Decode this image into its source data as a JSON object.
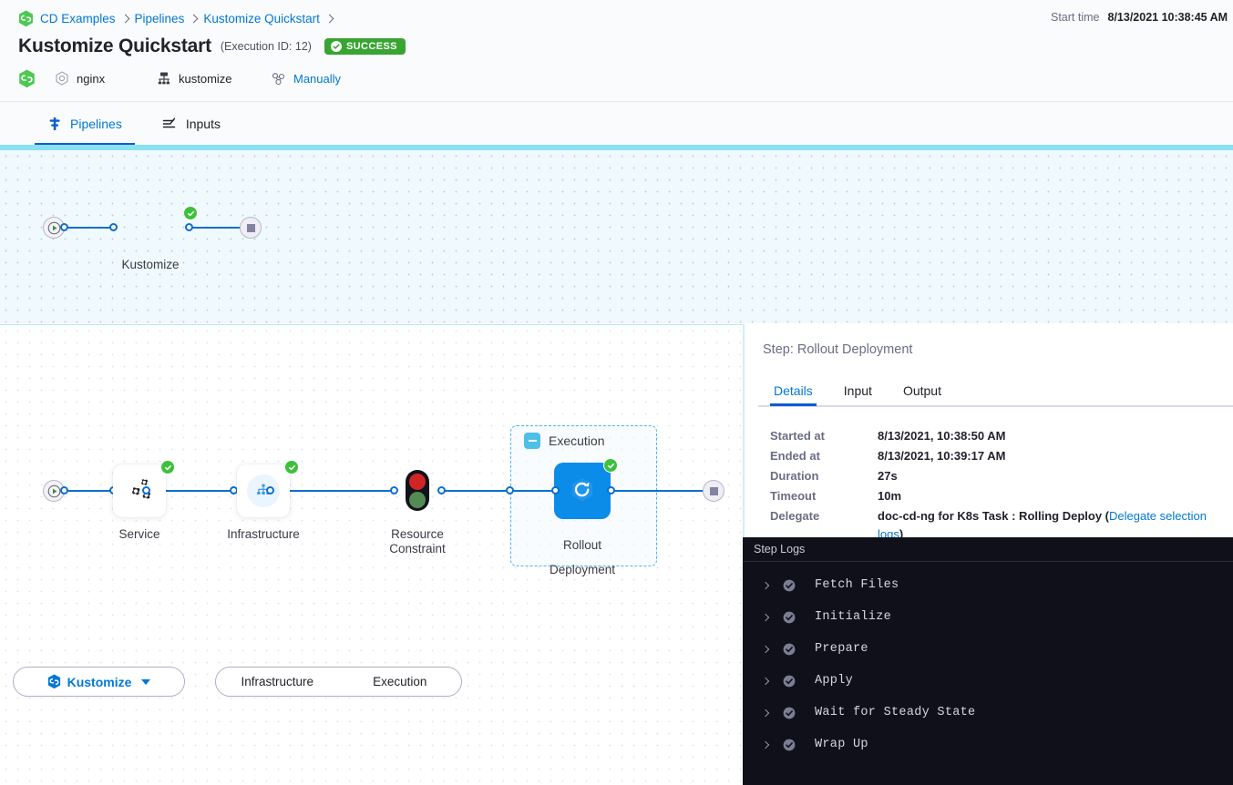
{
  "header": {
    "breadcrumb": [
      {
        "label": "CD Examples",
        "icon": "harness-hex-icon"
      },
      {
        "label": "Pipelines"
      },
      {
        "label": "Kustomize Quickstart"
      }
    ],
    "title": "Kustomize Quickstart",
    "execution_id": "(Execution ID: 12)",
    "status": "SUCCESS",
    "status_color": "#38a532",
    "meta": [
      {
        "icon": "service-icon",
        "label": "nginx",
        "link": false
      },
      {
        "icon": "kustomize-icon",
        "label": "kustomize",
        "link": false
      },
      {
        "icon": "trigger-icon",
        "label": "Manually",
        "link": true
      }
    ],
    "start_time_label": "Start time",
    "start_time_value": "8/13/2021 10:38:45 AM"
  },
  "tabs": [
    {
      "label": "Pipelines",
      "icon": "pipeline-icon",
      "active": true
    },
    {
      "label": "Inputs",
      "icon": "inputs-icon",
      "active": false
    }
  ],
  "top_graph": {
    "stage_label": "Kustomize",
    "stage_status": "success",
    "start_icon": "play-icon",
    "end_icon": "stop-icon"
  },
  "selector": {
    "stage_name": "Kustomize",
    "segments": [
      {
        "label": "Infrastructure"
      },
      {
        "label": "Execution"
      }
    ]
  },
  "exec_graph": {
    "nodes": [
      {
        "label": "Service",
        "icon": "service-gears-icon",
        "status": "success"
      },
      {
        "label": "Infrastructure",
        "icon": "infrastructure-icon",
        "status": "success"
      },
      {
        "label": "Resource\nConstraint",
        "icon": "traffic-light-icon",
        "status": "none"
      },
      {
        "label": "Rollout\nDeployment",
        "icon": "rollout-icon",
        "status": "success"
      }
    ],
    "group_label": "Execution"
  },
  "right_panel": {
    "step_title": "Step: Rollout Deployment",
    "tabs": [
      {
        "label": "Details",
        "active": true
      },
      {
        "label": "Input",
        "active": false
      },
      {
        "label": "Output",
        "active": false
      }
    ],
    "details": [
      {
        "key": "Started at",
        "value": "8/13/2021, 10:38:50 AM"
      },
      {
        "key": "Ended at",
        "value": "8/13/2021, 10:39:17 AM"
      },
      {
        "key": "Duration",
        "value": "27s"
      },
      {
        "key": "Timeout",
        "value": "10m"
      }
    ],
    "delegate": {
      "key": "Delegate",
      "value_prefix": "doc-cd-ng for K8s Task : Rolling Deploy (",
      "link": "Delegate selection logs",
      "value_suffix": ")"
    }
  },
  "logs": {
    "header": "Step Logs",
    "rows": [
      {
        "name": "Fetch Files",
        "status": "success"
      },
      {
        "name": "Initialize",
        "status": "success"
      },
      {
        "name": "Prepare",
        "status": "success"
      },
      {
        "name": "Apply",
        "status": "success"
      },
      {
        "name": "Wait for Steady State",
        "status": "success"
      },
      {
        "name": "Wrap Up",
        "status": "success"
      }
    ]
  },
  "colors": {
    "accent_blue": "#0278d5",
    "node_blue": "#0c8ce9",
    "success_green": "#38a532",
    "canvas_top": "#f0f9fd",
    "logs_bg": "#10101a"
  }
}
